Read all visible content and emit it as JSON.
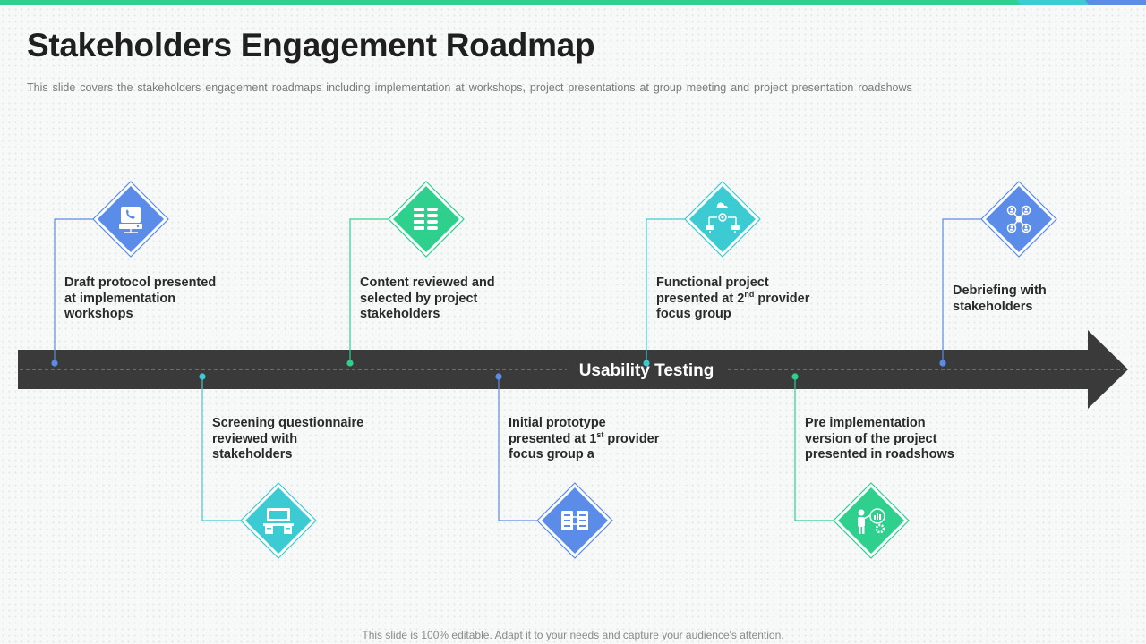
{
  "title": "Stakeholders Engagement Roadmap",
  "subtitle": "This slide covers the stakeholders engagement  roadmaps including implementation at workshops, project presentations at group meeting and  project presentation roadshows",
  "arrow_label": "Usability Testing",
  "footer": "This slide is 100% editable. Adapt it to your needs and capture your audience's attention.",
  "colors": {
    "blue": "#5b8de8",
    "green": "#2fcf8e",
    "teal": "#3ccbd3",
    "arrow": "#3a3a3a"
  },
  "steps": [
    {
      "lines": [
        "Draft protocol  presented",
        "at implementation",
        "workshops"
      ],
      "icon": "phone-server-icon",
      "color": "blue"
    },
    {
      "lines": [
        "Screening questionnaire",
        "reviewed with",
        "stakeholders"
      ],
      "icon": "computer-desk-icon",
      "color": "teal"
    },
    {
      "lines": [
        "Content reviewed and",
        "selected by project",
        "stakeholders"
      ],
      "icon": "checklist-icon",
      "color": "green"
    },
    {
      "lines": [
        "Initial prototype",
        "presented at 1|st| provider",
        "focus group a"
      ],
      "icon": "server-racks-icon",
      "color": "blue"
    },
    {
      "lines": [
        "Functional project",
        "presented at 2|nd| provider",
        "focus group"
      ],
      "icon": "cloud-network-icon",
      "color": "teal"
    },
    {
      "lines": [
        "Pre implementation",
        "version of the project",
        "presented in roadshows"
      ],
      "icon": "presenter-chart-icon",
      "color": "green"
    },
    {
      "lines": [
        "Debriefing with",
        "stakeholders"
      ],
      "icon": "stakeholder-network-icon",
      "color": "blue"
    }
  ]
}
